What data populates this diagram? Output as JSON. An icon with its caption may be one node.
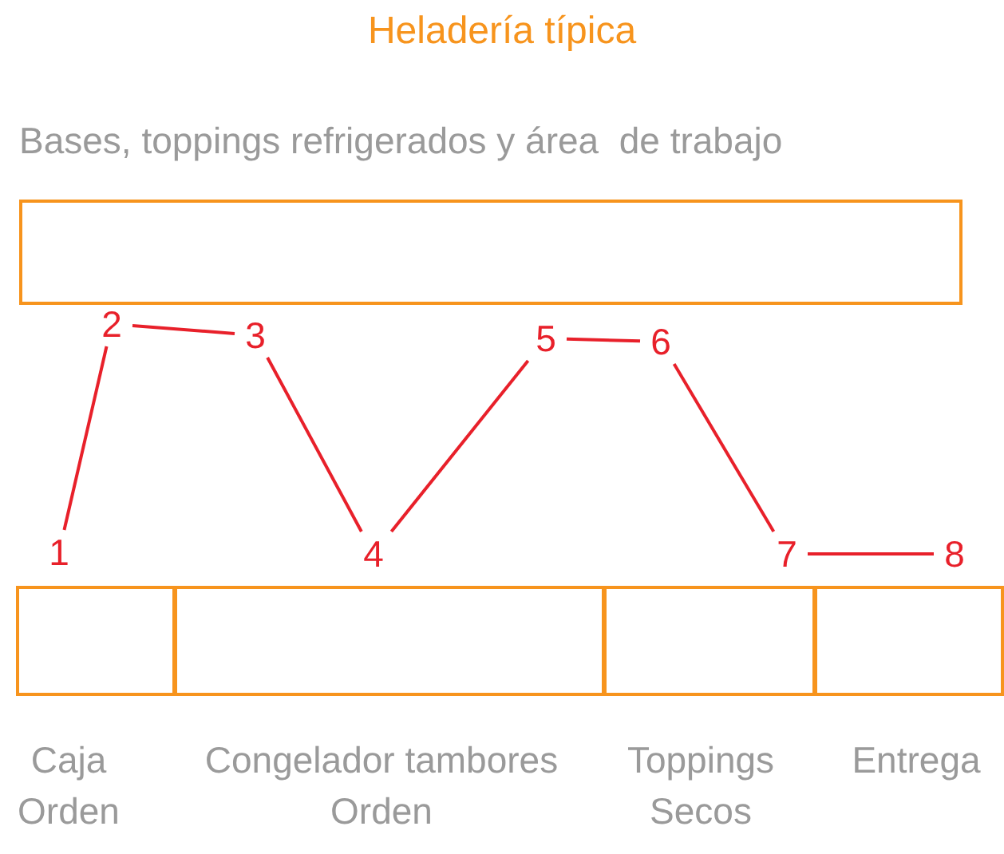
{
  "diagram": {
    "title": "Heladería típica",
    "nodes": [
      {
        "text": [
          "Bases, toppings refrigerados y área  de trabajo"
        ]
      },
      {
        "text": [
          "Caja Orden"
        ]
      },
      {
        "text": [
          "Congelador tambores Orden"
        ]
      },
      {
        "text": [
          "Toppings Secos"
        ]
      },
      {
        "text": [
          "Entrega"
        ]
      },
      {
        "text": [
          "1"
        ]
      },
      {
        "text": [
          "2"
        ]
      },
      {
        "text": [
          "3"
        ]
      },
      {
        "text": [
          "4"
        ]
      },
      {
        "text": [
          "5"
        ]
      },
      {
        "text": [
          "6"
        ]
      },
      {
        "text": [
          "7"
        ]
      },
      {
        "text": [
          "8"
        ]
      }
    ],
    "edges": [
      {
        "from": 5,
        "to": 6,
        "arrow": "none",
        "color": "#e8202a"
      },
      {
        "from": 6,
        "to": 7,
        "arrow": "none",
        "color": "#e8202a"
      },
      {
        "from": 7,
        "to": 8,
        "arrow": "none",
        "color": "#e8202a"
      },
      {
        "from": 8,
        "to": 9,
        "arrow": "none",
        "color": "#e8202a"
      },
      {
        "from": 9,
        "to": 10,
        "arrow": "none",
        "color": "#e8202a"
      },
      {
        "from": 10,
        "to": 11,
        "arrow": "none",
        "color": "#e8202a"
      },
      {
        "from": 11,
        "to": 12,
        "arrow": "none",
        "color": "#e8202a"
      }
    ]
  }
}
